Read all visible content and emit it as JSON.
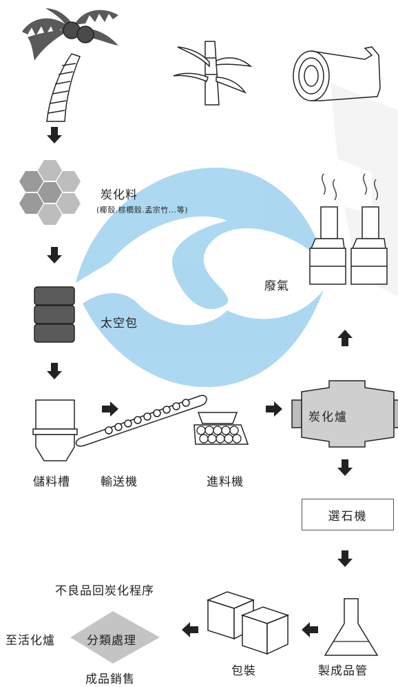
{
  "labels": {
    "carbon_material": "炭化料",
    "carbon_material_note": "(椰殼.棕櫚殼.孟宗竹...等)",
    "jumbo_bag": "太空包",
    "storage_tank": "儲料槽",
    "conveyor": "輸送機",
    "feeder": "進料機",
    "carbonization_furnace": "炭化爐",
    "exhaust_gas": "廢氣",
    "stone_separator": "選石機",
    "quality_control": "製成品管",
    "packaging": "包裝",
    "classification": "分類處理",
    "defective_return": "不良品回炭化程序",
    "to_activation_furnace": "至活化爐",
    "product_sales": "成品銷售"
  },
  "icons": [
    "coconut-palm-icon",
    "bamboo-icon",
    "log-icon",
    "hexagon-cluster-icon",
    "stacked-bags-icon",
    "silo-icon",
    "conveyor-icon",
    "feeder-icon",
    "furnace-icon",
    "chimney-icon",
    "flask-icon",
    "boxes-icon",
    "diamond-icon",
    "arrow-icon"
  ],
  "colors": {
    "dark_gray": "#5a5a5a",
    "mid_gray": "#9a9a9a",
    "light_gray": "#bdbdbd",
    "watermark_blue": "#4aa8e0",
    "ink": "#222222"
  }
}
